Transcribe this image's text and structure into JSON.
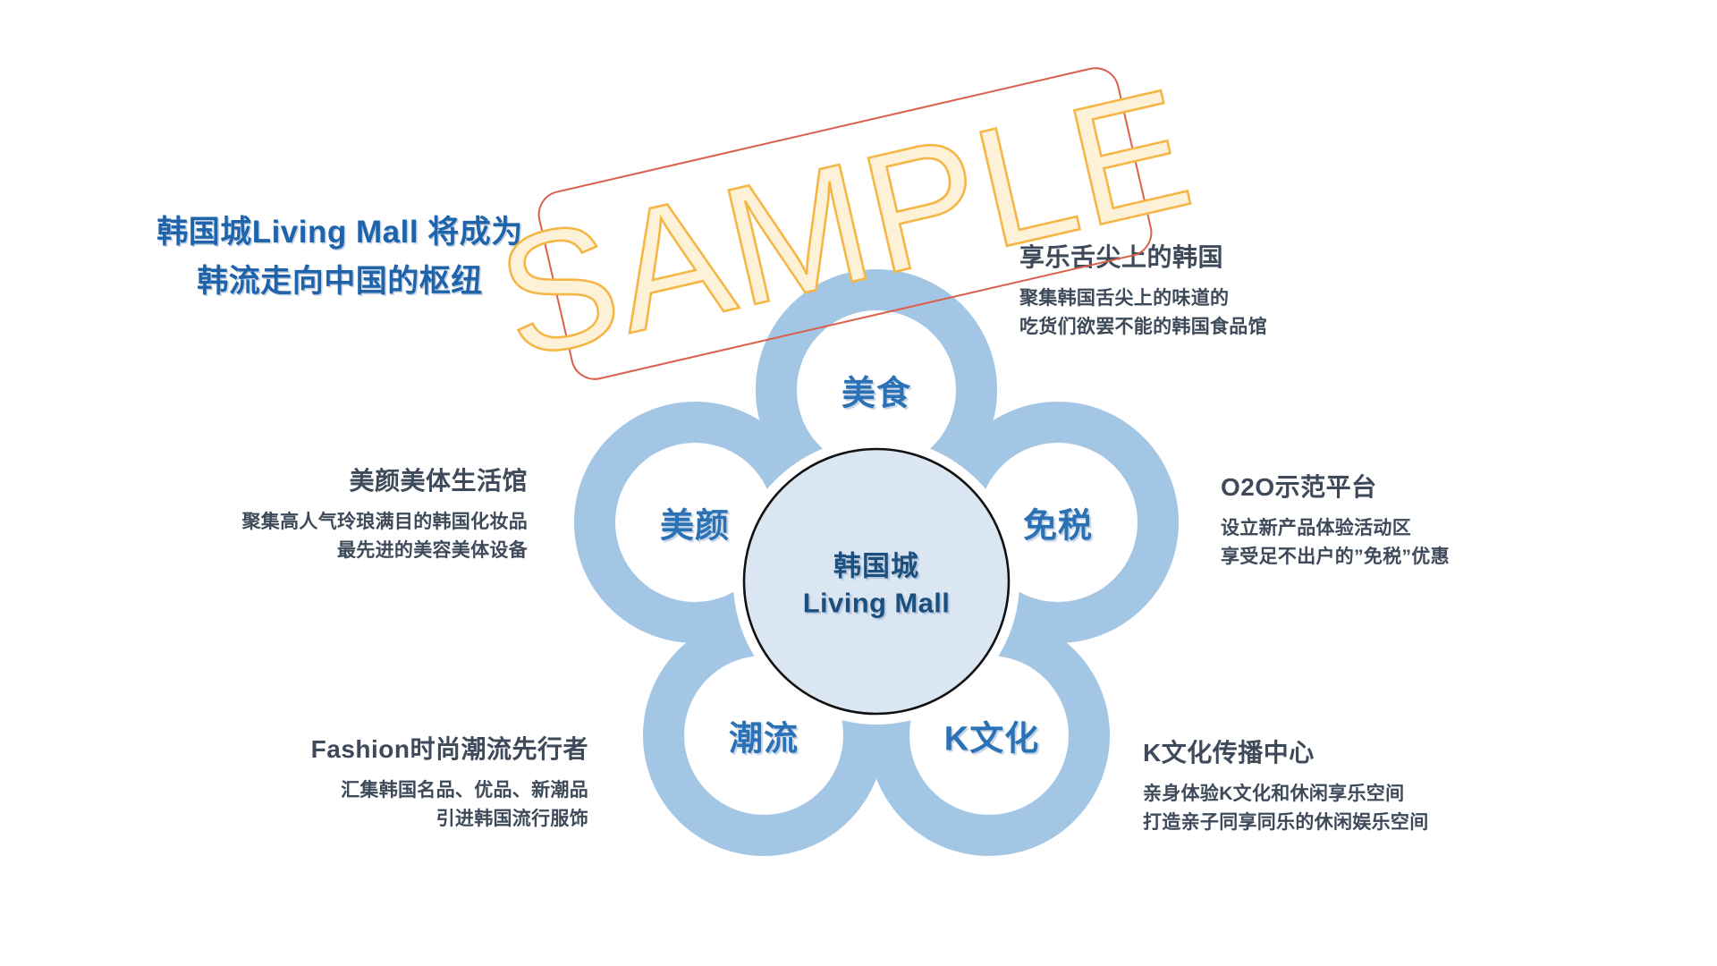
{
  "headline": {
    "line1": "韩国城Living Mall 将成为",
    "line2": "韩流走向中国的枢纽",
    "color": "#1f63ab"
  },
  "watermark": {
    "text": "SAMPLE",
    "text_color": "#f5b942",
    "border_color": "#d9604a",
    "rotation_deg": -13
  },
  "diagram": {
    "center": {
      "line_cn": "韩国城",
      "line_en": "Living Mall",
      "fill": "#dbe6f3",
      "stroke": "#111111",
      "text_color": "#1c4f7c"
    },
    "petal_color": "#a3c6e5",
    "label_color": "#2a72b5",
    "petals": [
      {
        "label": "美食",
        "position": "top"
      },
      {
        "label": "免税",
        "position": "right"
      },
      {
        "label": "K文化",
        "position": "bottom-right"
      },
      {
        "label": "潮流",
        "position": "bottom-left"
      },
      {
        "label": "美颜",
        "position": "left"
      }
    ]
  },
  "callouts": {
    "food": {
      "title": "享乐舌尖上的韩国",
      "body_line1": "聚集韩国舌尖上的味道的",
      "body_line2": "吃货们欲罢不能的韩国食品馆"
    },
    "tax": {
      "title": "O2O示范平台",
      "body_line1": "设立新产品体验活动区",
      "body_line2": "享受足不出户的”免税”优惠"
    },
    "kculture": {
      "title": "K文化传播中心",
      "body_line1": "亲身体验K文化和休闲享乐空间",
      "body_line2": "打造亲子同享同乐的休闲娱乐空间"
    },
    "beauty": {
      "title": "美颜美体生活馆",
      "body_line1": "聚集高人气玲琅满目的韩国化妆品",
      "body_line2": "最先进的美容美体设备"
    },
    "fashion": {
      "title": "Fashion时尚潮流先行者",
      "body_line1": "汇集韩国名品、优品、新潮品",
      "body_line2": "引进韩国流行服饰"
    }
  },
  "text_color": "#3e4a5a"
}
